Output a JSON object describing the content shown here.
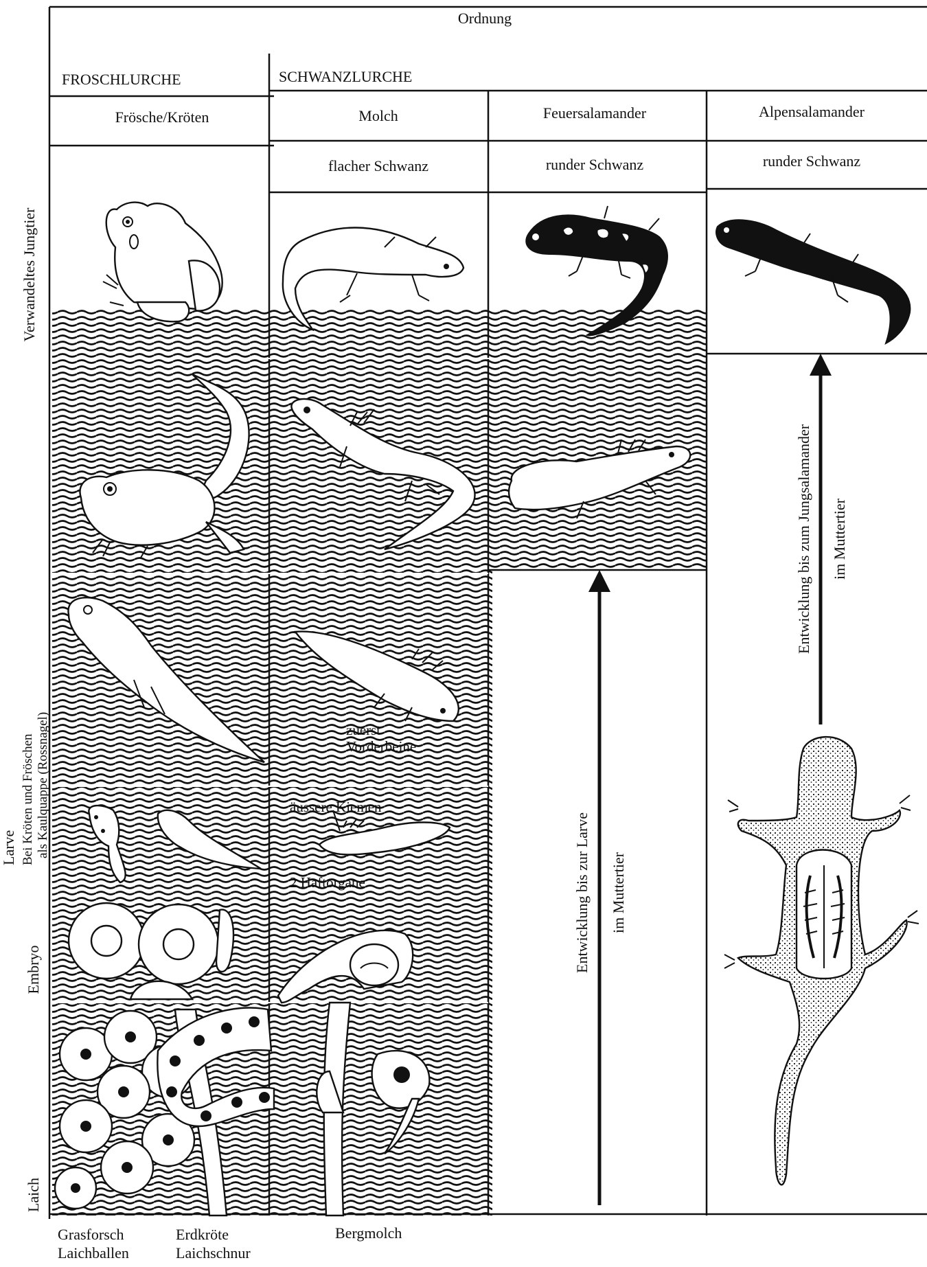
{
  "header": {
    "title": "Ordnung",
    "groups": [
      {
        "label": "FROSCHLURCHE"
      },
      {
        "label": "SCHWANZLURCHE"
      }
    ],
    "columns": [
      {
        "label": "Frösche/Kröten",
        "tail": ""
      },
      {
        "label": "Molch",
        "tail": "flacher Schwanz"
      },
      {
        "label": "Feuersalamander",
        "tail": "runder Schwanz"
      },
      {
        "label": "Alpensalamander",
        "tail": "runder Schwanz"
      }
    ]
  },
  "stages": {
    "juvenile": "Verwandeltes Jungtier",
    "larva": "Larve",
    "larva_note_1": "Bei Kröten und Fröschen",
    "larva_note_2": "als Kaulquappe (Rossnagel)",
    "embryo": "Embryo",
    "spawn": "Laich"
  },
  "annotations": {
    "front_legs_1": "zuerst",
    "front_legs_2": "Vorderbeine",
    "external_gills": "äussere Kiemen",
    "adhesive_organs": "2 Haftorgane",
    "fire_salamander_1": "Entwicklung bis zur Larve",
    "fire_salamander_2": "im Muttertier",
    "alpine_salamander_1": "Entwicklung bis zum Jungsalamander",
    "alpine_salamander_2": "im Muttertier"
  },
  "footer": {
    "grasfrosch_1": "Grasforsch",
    "grasfrosch_2": "Laichballen",
    "erdkroete_1": "Erdkröte",
    "erdkroete_2": "Laichschnur",
    "bergmolch": "Bergmolch"
  }
}
